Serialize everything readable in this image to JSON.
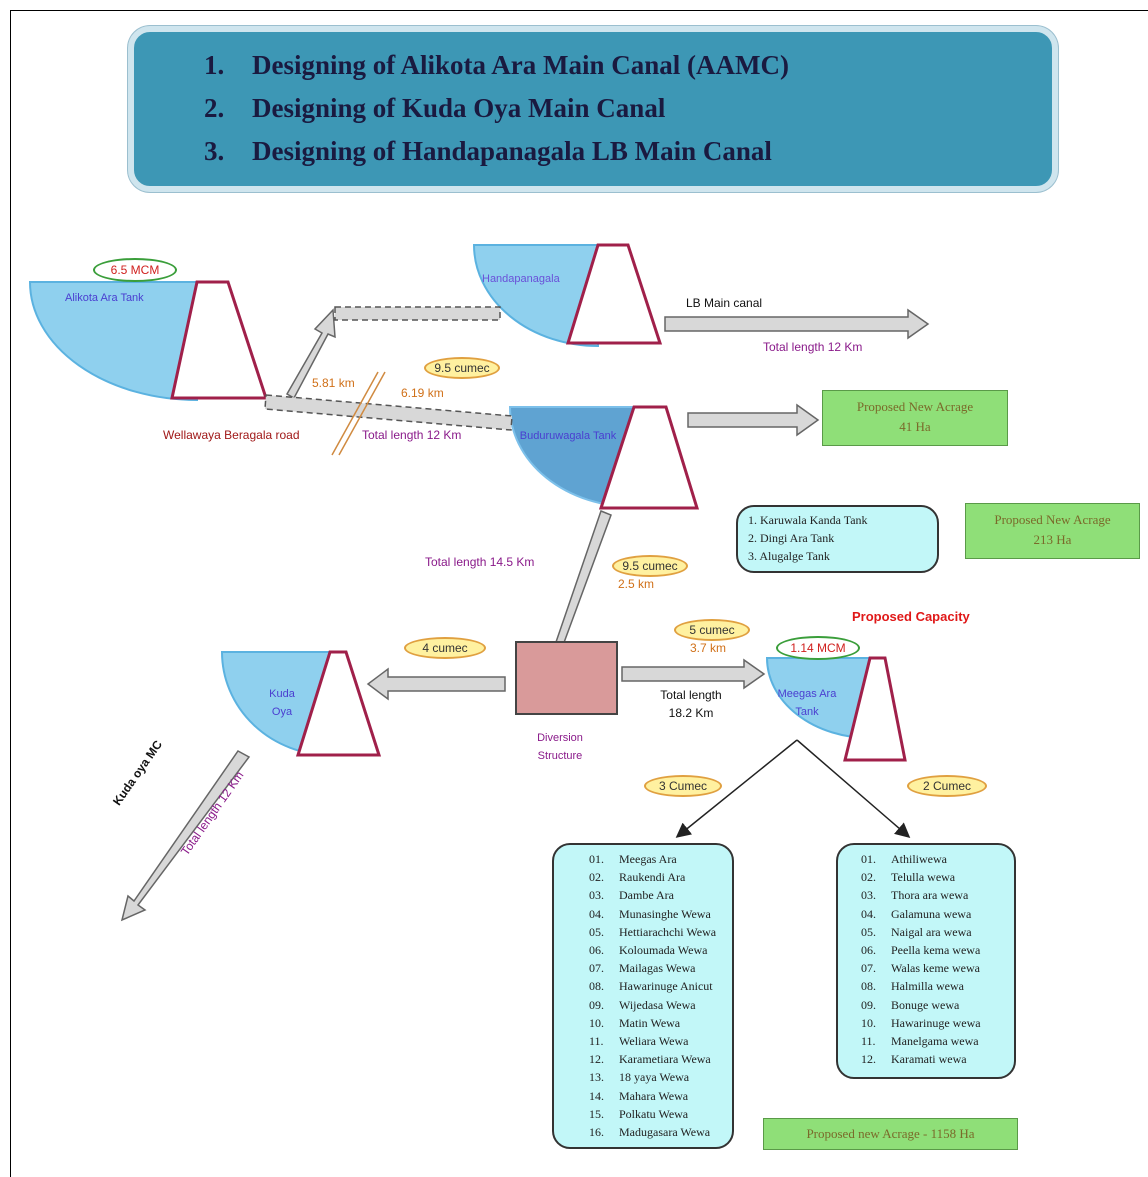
{
  "header": {
    "items": [
      {
        "num": "1.",
        "text": "Designing of Alikota Ara Main Canal (AAMC)"
      },
      {
        "num": "2.",
        "text": "Designing of Kuda Oya Main Canal"
      },
      {
        "num": "3.",
        "text": "Designing of Handapanagala LB Main Canal"
      }
    ]
  },
  "tanks": {
    "alikota": "Alikota Ara Tank",
    "handapanagala": "Handapanagala",
    "buduruwagala": "Buduruwagala Tank",
    "kuda_oya": "Kuda Oya",
    "meegas_ara": "Meegas Ara Tank"
  },
  "labels": {
    "alikota_capacity": "6.5 MCM",
    "lb_main_canal": "LB Main canal",
    "lb_total_length": "Total length 12 Km",
    "road": "Wellawaya Beragala road",
    "seg_5_81": "5.81 km",
    "seg_6_19": "6.19 km",
    "cumec_9_5_top": "9.5 cumec",
    "total_12": "Total length 12 Km",
    "total_14_5": "Total length 14.5 Km",
    "cumec_9_5_mid": "9.5 cumec",
    "km_2_5": "2.5 km",
    "cumec_4": "4 cumec",
    "cumec_5": "5 cumec",
    "km_3_7": "3.7 km",
    "proposed_capacity": "Proposed Capacity",
    "meegas_capacity": "1.14 MCM",
    "total_length_line1": "Total length",
    "total_length_line2": "18.2 Km",
    "diversion_line1": "Diversion",
    "diversion_line2": "Structure",
    "cumec_3": "3 Cumec",
    "cumec_2": "2 Cumec",
    "kuda_mc": "Kuda oya MC",
    "kuda_total": "Total length 12 Km"
  },
  "acreage": {
    "box1_title": "Proposed New Acrage",
    "box1_value": "41 Ha",
    "box2_title": "Proposed New Acrage",
    "box2_value": "213 Ha",
    "box3": "Proposed new Acrage - 1158 Ha"
  },
  "tank_list_small": [
    "1. Karuwala Kanda Tank",
    "2. Dingi Ara Tank",
    "3. Alugalge Tank"
  ],
  "list_left": [
    {
      "n": "01.",
      "name": "Meegas Ara"
    },
    {
      "n": "02.",
      "name": "Raukendi Ara"
    },
    {
      "n": "03.",
      "name": "Dambe Ara"
    },
    {
      "n": "04.",
      "name": "Munasinghe Wewa"
    },
    {
      "n": "05.",
      "name": "Hettiarachchi Wewa"
    },
    {
      "n": "06.",
      "name": "Koloumada Wewa"
    },
    {
      "n": "07.",
      "name": "Mailagas Wewa"
    },
    {
      "n": "08.",
      "name": "Hawarinuge Anicut"
    },
    {
      "n": "09.",
      "name": "Wijedasa Wewa"
    },
    {
      "n": "10.",
      "name": "Matin Wewa"
    },
    {
      "n": "11.",
      "name": "Weliara Wewa"
    },
    {
      "n": "12.",
      "name": "Karametiara Wewa"
    },
    {
      "n": "13.",
      "name": "18 yaya Wewa"
    },
    {
      "n": "14.",
      "name": "Mahara Wewa"
    },
    {
      "n": "15.",
      "name": "Polkatu Wewa"
    },
    {
      "n": "16.",
      "name": "Madugasara Wewa"
    }
  ],
  "list_right": [
    {
      "n": "01.",
      "name": "Athiliwewa"
    },
    {
      "n": "02.",
      "name": "Telulla wewa"
    },
    {
      "n": "03.",
      "name": "Thora ara wewa"
    },
    {
      "n": "04.",
      "name": "Galamuna wewa"
    },
    {
      "n": "05.",
      "name": "Naigal ara wewa"
    },
    {
      "n": "06.",
      "name": "Peella kema wewa"
    },
    {
      "n": "07.",
      "name": "Walas keme wewa"
    },
    {
      "n": "08.",
      "name": "Halmilla wewa"
    },
    {
      "n": "09.",
      "name": "Bonuge wewa"
    },
    {
      "n": "10.",
      "name": "Hawarinuge wewa"
    },
    {
      "n": "11.",
      "name": "Manelgama wewa"
    },
    {
      "n": "12.",
      "name": "Karamati wewa"
    }
  ],
  "colors": {
    "header_bg": "#3d97b5",
    "water": "#8fd0ee",
    "water_dark": "#5fa3d2",
    "dam": "#a0204a",
    "green_box": "#8fdf78",
    "cyan_box": "#c2f7f8",
    "pill_fill": "#fff1a0",
    "diversion": "#d99a9a"
  }
}
